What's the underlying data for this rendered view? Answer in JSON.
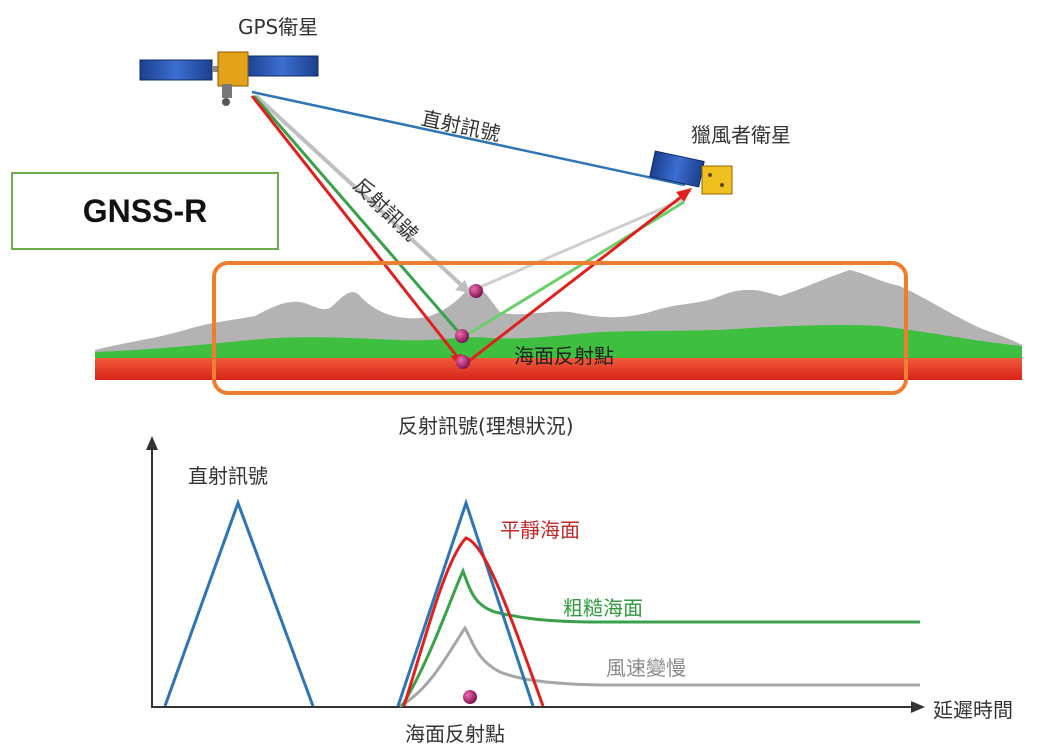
{
  "labels": {
    "gps_satellite": "GPS衛星",
    "direct_signal_top": "直射訊號",
    "reflected_signal_top": "反射訊號",
    "cygnss_satellite": "獵風者衛星",
    "gnss_r": "GNSS-R",
    "specular_point_top": "海面反射點",
    "reflected_ideal": "反射訊號(理想狀況)",
    "direct_signal_bottom": "直射訊號",
    "calm_sea": "平靜海面",
    "rough_sea": "粗糙海面",
    "wind_slow": "風速變慢",
    "delay_time": "延遲時間",
    "specular_point_bottom": "海面反射點"
  },
  "colors": {
    "direct": "#2e75b6",
    "reflected_gray": "#bfbfbf",
    "calm": "#e0201e",
    "rough": "#3aa14a",
    "wind": "#a6a6a6",
    "gnss_box": "#6fae4f",
    "highlight": "#ed7d31",
    "point": "#b0186e"
  }
}
